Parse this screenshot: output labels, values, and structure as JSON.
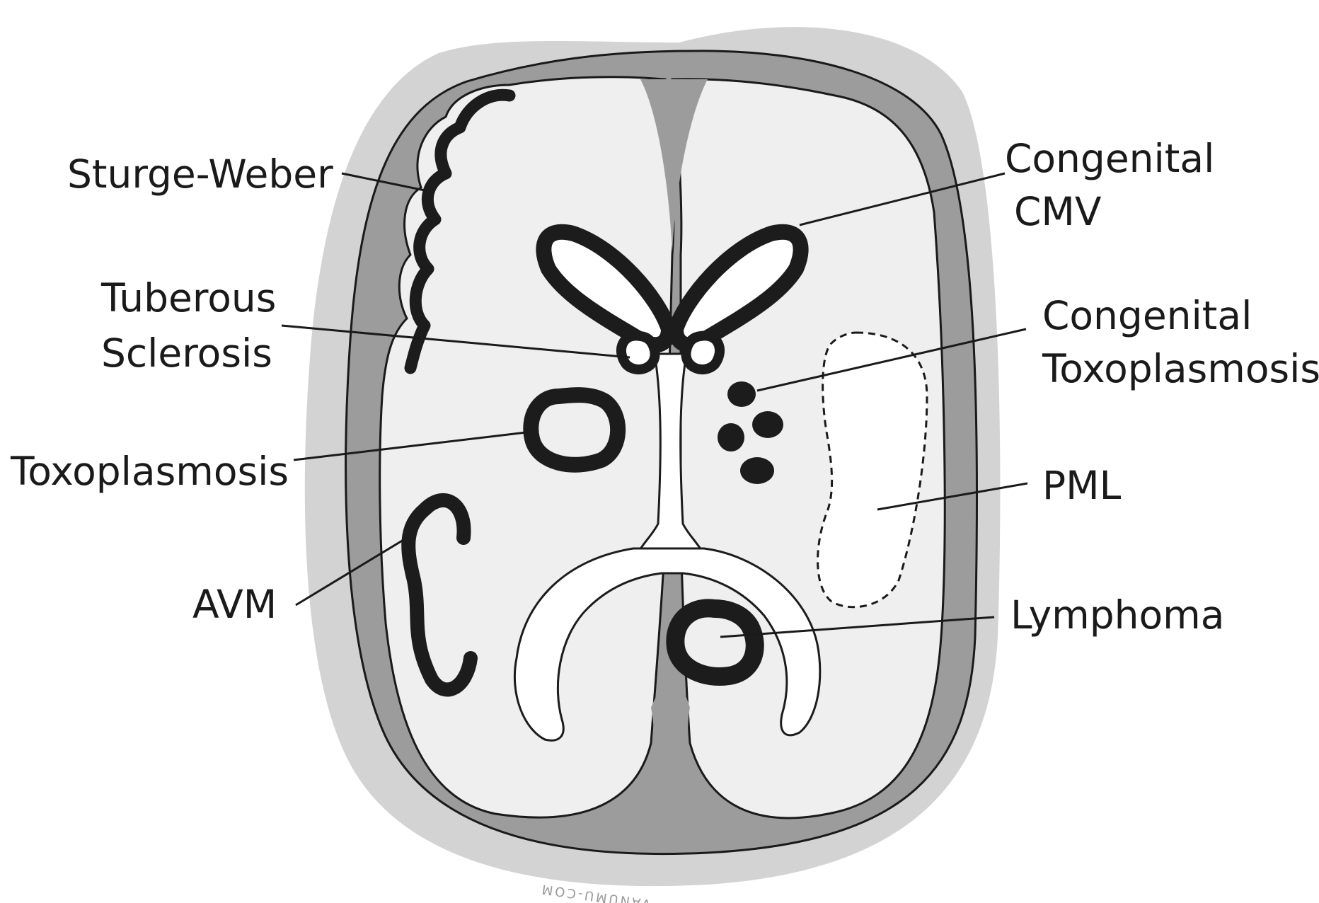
{
  "labels": {
    "sturge_weber": "Sturge-Weber",
    "tuberous_1": "Tuberous",
    "tuberous_2": "Sclerosis",
    "toxoplasmosis": "Toxoplasmosis",
    "avm": "AVM",
    "cmv_1": "Congenital",
    "cmv_2": "CMV",
    "cong_toxo_1": "Congenital",
    "cong_toxo_2": "Toxoplasmosis",
    "pml": "PML",
    "lymphoma": "Lymphoma"
  },
  "watermark": "VANUMU-COM",
  "colors": {
    "scalp": "#d3d3d3",
    "csf_space": "#9c9c9c",
    "brain": "#efefef",
    "ventricle": "#ffffff",
    "lesion": "#1c1c1c",
    "stroke": "#1a1a1a"
  }
}
